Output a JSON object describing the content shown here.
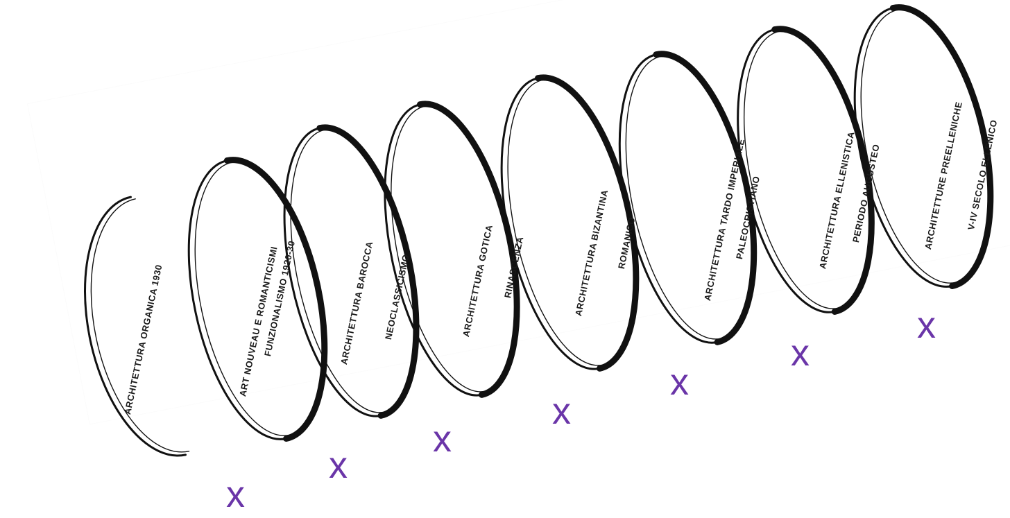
{
  "labels": [
    "ARCHITETTURA ORGANICA 1930",
    "ART NOUVEAU E ROMANTICISMI",
    "FUNZIONALISMO 1920-30",
    "ARCHITETTURA BAROCCA",
    "NEOCLASSICISMO",
    "ARCHITETTURA GOTICA",
    "RINASCENZA",
    "ARCHITETTURA BIZANTINA",
    "ROMANICO",
    "ARCHITETTURA TARDO IMPERIALE",
    "PALEOCRISTIANO",
    "ARCHITETTURA ELLENISTICA",
    "PERIODO AUGUSTEO",
    "ARCHITETTURE PREELLENICHE",
    "V-IV SECOLO ELLENICO"
  ],
  "marks": [
    "x",
    "x",
    "x",
    "x",
    "x",
    "x",
    "x"
  ],
  "colors": {
    "ink": "#111111",
    "mark": "#6a35a8"
  }
}
